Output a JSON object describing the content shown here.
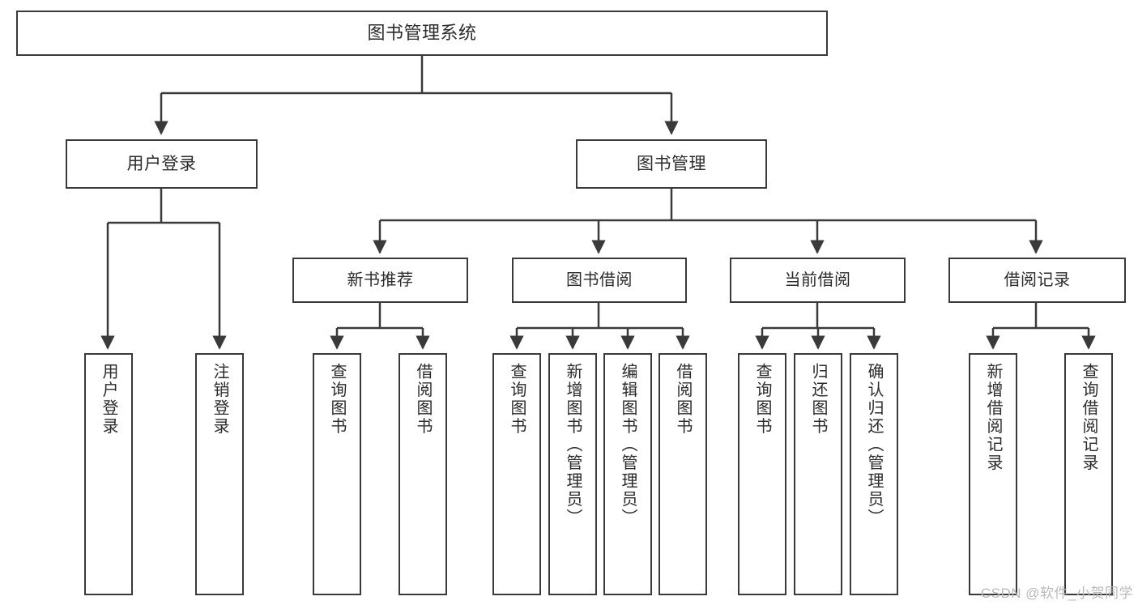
{
  "diagram": {
    "type": "tree-hierarchy",
    "title": "图书管理系统",
    "watermark": "CSDN @软件_小贺同学",
    "colors": {
      "border": "#3a3a3a",
      "text": "#2b2b2b",
      "background": "#ffffff",
      "connector": "#3a3a3a",
      "watermark": "#b9b9b9"
    },
    "nodes": {
      "root": {
        "label": "图书管理系统"
      },
      "level2": [
        {
          "id": "user-login",
          "label": "用户登录"
        },
        {
          "id": "book-management",
          "label": "图书管理"
        }
      ],
      "level3": [
        {
          "id": "new-book-recommend",
          "label": "新书推荐"
        },
        {
          "id": "book-borrow",
          "label": "图书借阅"
        },
        {
          "id": "current-borrow",
          "label": "当前借阅"
        },
        {
          "id": "borrow-record",
          "label": "借阅记录"
        }
      ],
      "leaves": {
        "user-login": [
          {
            "id": "user-login-leaf",
            "label": "用户登录"
          },
          {
            "id": "user-logout-leaf",
            "label": "注销登录"
          }
        ],
        "new-book-recommend": [
          {
            "id": "query-book-1",
            "label": "查询图书"
          },
          {
            "id": "borrow-book-1",
            "label": "借阅图书"
          }
        ],
        "book-borrow": [
          {
            "id": "query-book-2",
            "label": "查询图书"
          },
          {
            "id": "add-book",
            "label": "新增图书（管理员）"
          },
          {
            "id": "edit-book",
            "label": "编辑图书（管理员）"
          },
          {
            "id": "borrow-book-2",
            "label": "借阅图书"
          }
        ],
        "current-borrow": [
          {
            "id": "query-book-3",
            "label": "查询图书"
          },
          {
            "id": "return-book",
            "label": "归还图书"
          },
          {
            "id": "confirm-return",
            "label": "确认归还（管理员）"
          }
        ],
        "borrow-record": [
          {
            "id": "add-borrow-record",
            "label": "新增借阅记录"
          },
          {
            "id": "query-borrow-record",
            "label": "查询借阅记录"
          }
        ]
      }
    }
  }
}
